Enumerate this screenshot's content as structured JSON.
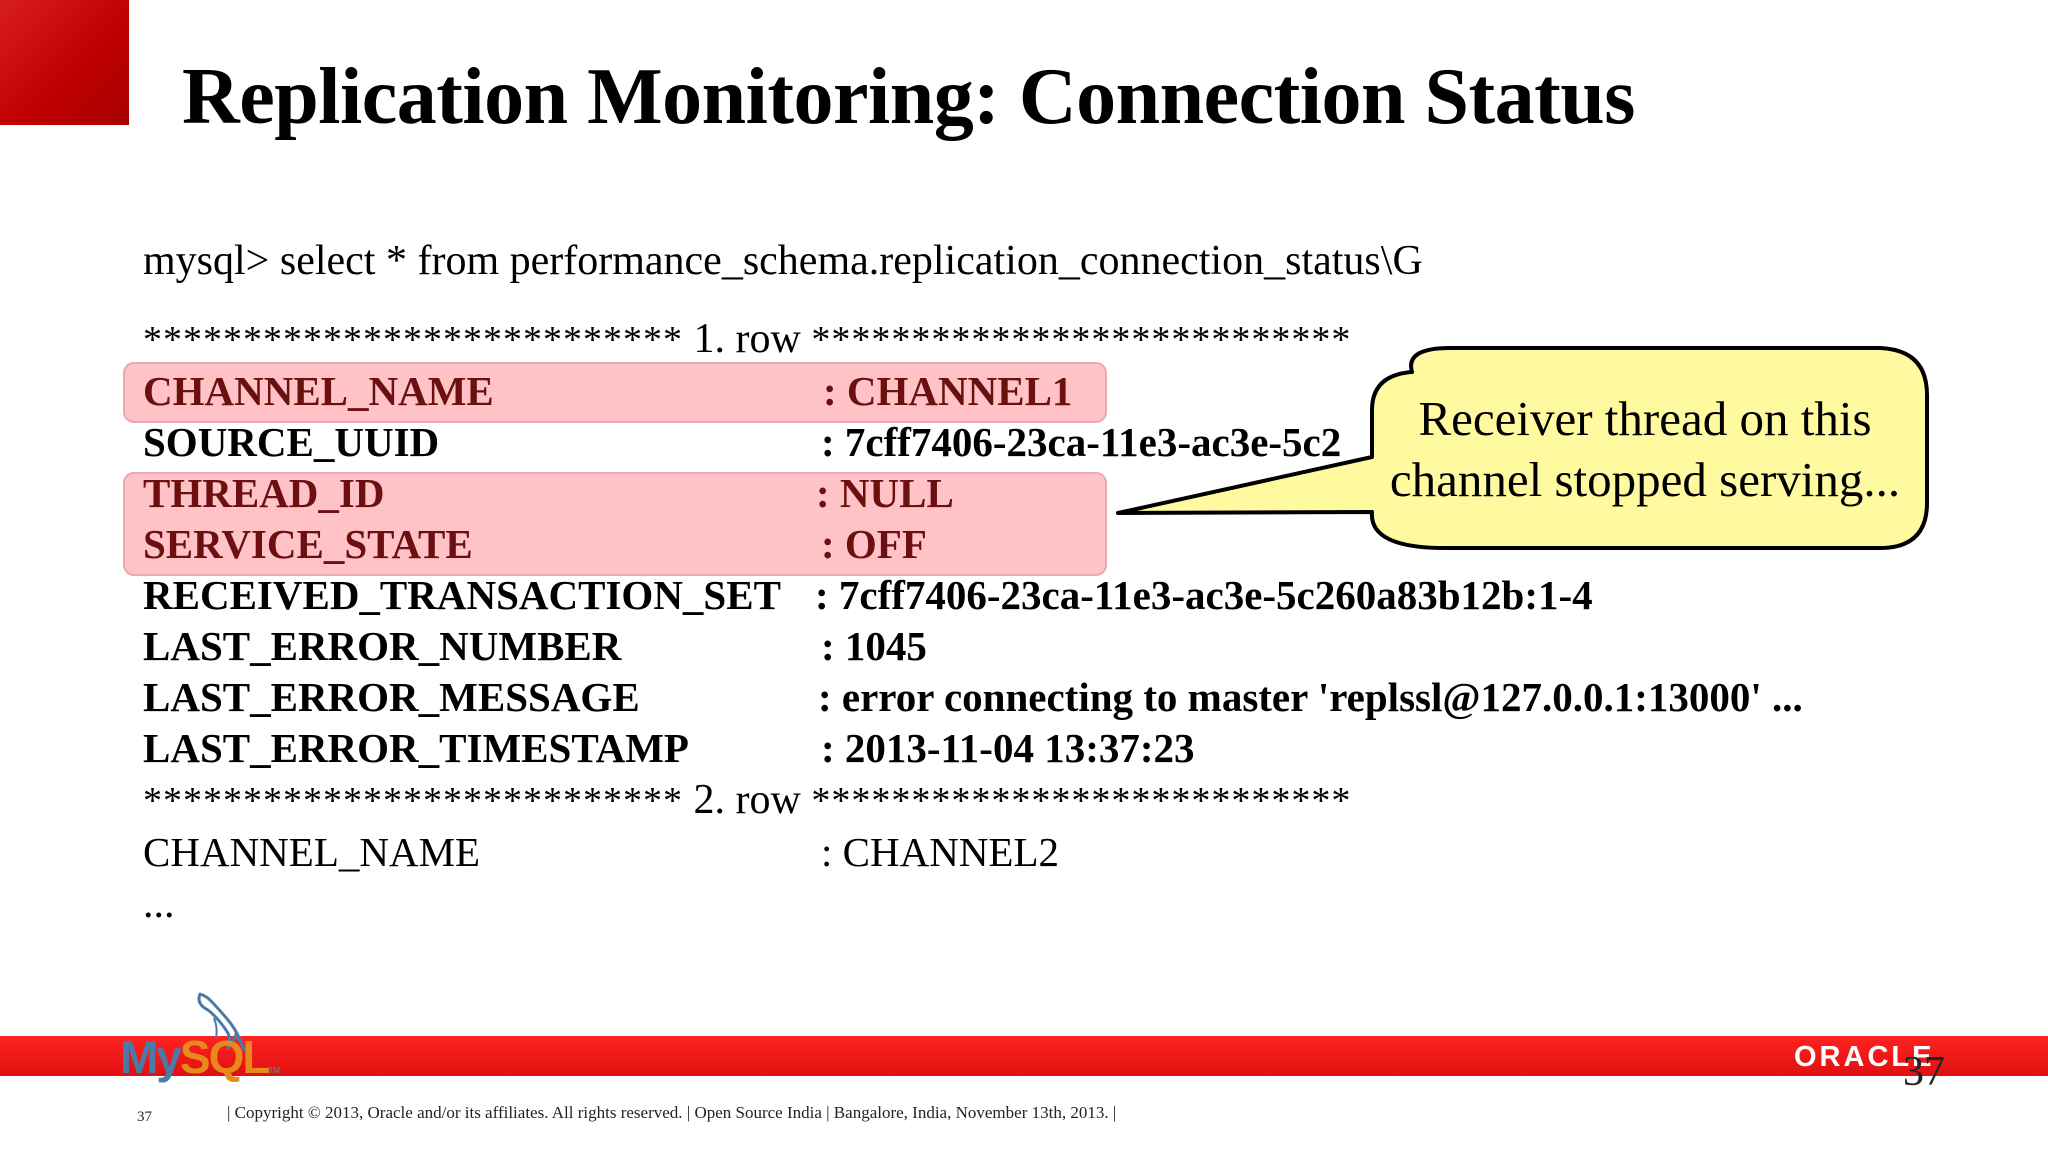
{
  "slide": {
    "title": "Replication Monitoring: Connection Status",
    "query": "mysql> select * from  performance_schema.replication_connection_status\\G",
    "row1_separator": {
      "stars_left": "***************************",
      "label": " 1. row ",
      "stars_right": "***************************"
    },
    "row1_fields": [
      {
        "key": "CHANNEL_NAME",
        "value": ": CHANNEL1",
        "highlighted": true
      },
      {
        "key": "SOURCE_UUID",
        "value": ": 7cff7406-23ca-11e3-ac3e-5c2",
        "highlighted": false
      },
      {
        "key": "THREAD_ID",
        "value": ": NULL",
        "highlighted": true
      },
      {
        "key": "SERVICE_STATE",
        "value": ": OFF",
        "highlighted": true
      },
      {
        "key": "RECEIVED_TRANSACTION_SET",
        "value": ": 7cff7406-23ca-11e3-ac3e-5c260a83b12b:1-4",
        "highlighted": false
      },
      {
        "key": "LAST_ERROR_NUMBER",
        "value": ": 1045",
        "highlighted": false
      },
      {
        "key": "LAST_ERROR_MESSAGE",
        "value": ": error connecting to master 'replssl@127.0.0.1:13000' ...",
        "highlighted": false
      },
      {
        "key": "LAST_ERROR_TIMESTAMP",
        "value": ": 2013-11-04 13:37:23",
        "highlighted": false
      }
    ],
    "row2_separator": {
      "stars_left": "***************************",
      "label": " 2. row ",
      "stars_right": "***************************"
    },
    "row2_fields": [
      {
        "key": "CHANNEL_NAME",
        "value": ": CHANNEL2"
      }
    ],
    "ellipsis": "...",
    "callout": {
      "line1": "Receiver thread on this",
      "line2": "channel stopped serving..."
    }
  },
  "footer": {
    "mysql_logo": {
      "my": "My",
      "sql": "SQL",
      "tm": "TM"
    },
    "oracle_logo": "ORACLE",
    "page_number_large": "37",
    "page_number_small": "37",
    "copyright": "| Copyright © 2013, Oracle and/or its affiliates. All rights reserved. | Open Source India | Bangalore, India, November 13th, 2013. |"
  },
  "colors": {
    "accent_red": "#e01010",
    "highlight_fill": "#ffc2c6",
    "highlight_text": "#6b0f0f",
    "callout_fill": "#fffaa0"
  }
}
